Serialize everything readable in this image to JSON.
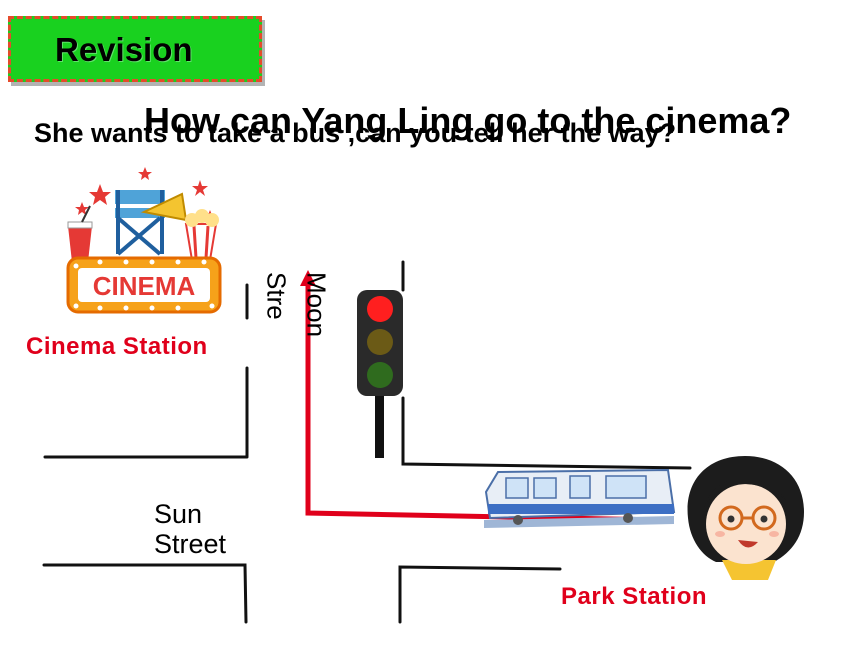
{
  "revision": {
    "label": "Revision"
  },
  "headings": {
    "main": "How can Yang Ling go to the cinema?",
    "sub": "She wants to take a bus ,can you tell her the way?"
  },
  "streets": {
    "vertical_lines": [
      "Moon",
      "Stre"
    ],
    "horizontal_lines": [
      "Sun",
      "Street"
    ]
  },
  "cinema_sign": {
    "text": "CINEMA"
  },
  "stations": {
    "cinema": "Cinema Station",
    "park": "Park Station"
  },
  "colors": {
    "revision_bg": "#19d11f",
    "revision_border": "#e54b2b",
    "station_text": "#e0001b",
    "route": "#e0001b"
  },
  "icons": {
    "cinema_sign": "cinema-sign-icon",
    "traffic_light": "traffic-light-icon",
    "bus": "bus-icon",
    "girl": "girl-avatar"
  }
}
